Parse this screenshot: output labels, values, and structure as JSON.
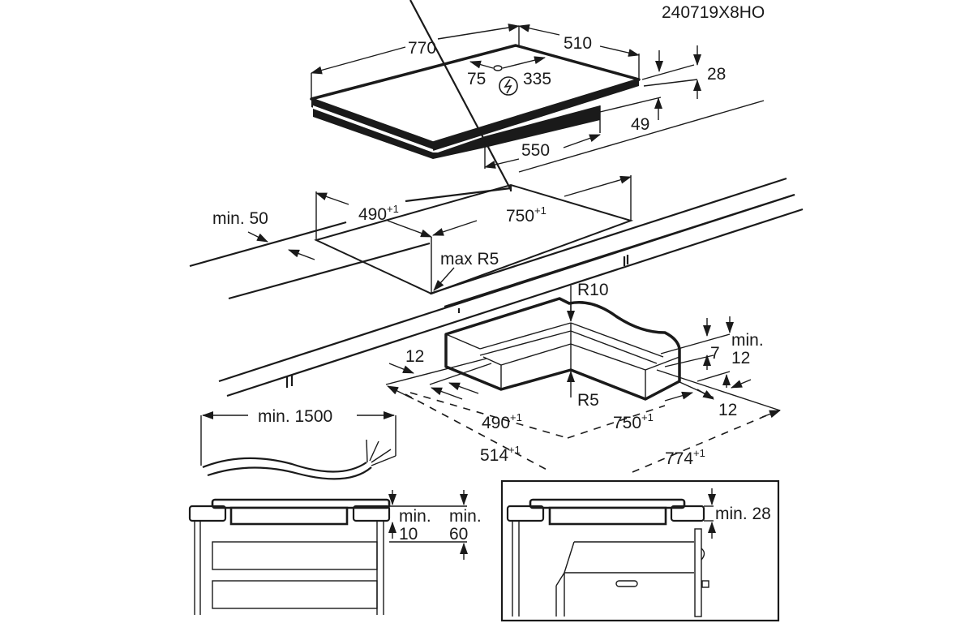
{
  "document_code": "240719X8HO",
  "hob_top_view": {
    "width": "770",
    "depth": "510",
    "connection_offset_left": "75",
    "connection_offset_right": "335",
    "total_height": "28",
    "bottom_height": "49",
    "bottom_width": "550",
    "power_symbol": "electric-connection-icon"
  },
  "cutout_view": {
    "min_front_distance": "min. 50",
    "cutout_depth": "490",
    "cutout_depth_tol": "+1",
    "cutout_width": "750",
    "cutout_width_tol": "+1",
    "corner_radius": "max R5"
  },
  "frame_view": {
    "outer_radius": "R10",
    "inner_radius": "R5",
    "left_margin": "12",
    "min_label": "min.",
    "min_value": "12",
    "depth_step": "7",
    "right_margin": "12",
    "inner_depth": "490",
    "inner_depth_tol": "+1",
    "inner_width": "750",
    "inner_width_tol": "+1",
    "outer_depth": "514",
    "outer_depth_tol": "+1",
    "outer_width": "774",
    "outer_width_tol": "+1"
  },
  "cable_view": {
    "cable_length": "min. 1500"
  },
  "section_drawer": {
    "gap_label_1": "min.",
    "gap_value_1": "10",
    "gap_label_2": "min.",
    "gap_value_2": "60"
  },
  "section_oven": {
    "gap": "min. 28"
  }
}
